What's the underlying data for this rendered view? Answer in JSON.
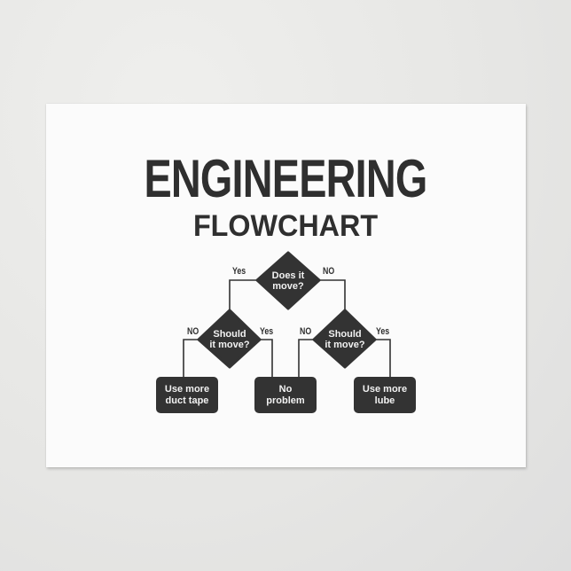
{
  "title": {
    "main": "ENGINEERING",
    "sub": "FLOWCHART"
  },
  "colors": {
    "ink": "#333333",
    "card": "#fbfbfb",
    "background": "#e9e9e7",
    "node_text": "#f2f2f2"
  },
  "flowchart": {
    "root": {
      "line1": "Does it",
      "line2": "move?",
      "left_branch": "Yes",
      "right_branch": "NO"
    },
    "left_decision": {
      "line1": "Should",
      "line2": "it move?",
      "left_branch": "NO",
      "right_branch": "Yes"
    },
    "right_decision": {
      "line1": "Should",
      "line2": "it move?",
      "left_branch": "NO",
      "right_branch": "Yes"
    },
    "outcomes": [
      {
        "line1": "Use more",
        "line2": "duct tape"
      },
      {
        "line1": "No",
        "line2": "problem"
      },
      {
        "line1": "Use more",
        "line2": "lube"
      }
    ]
  }
}
